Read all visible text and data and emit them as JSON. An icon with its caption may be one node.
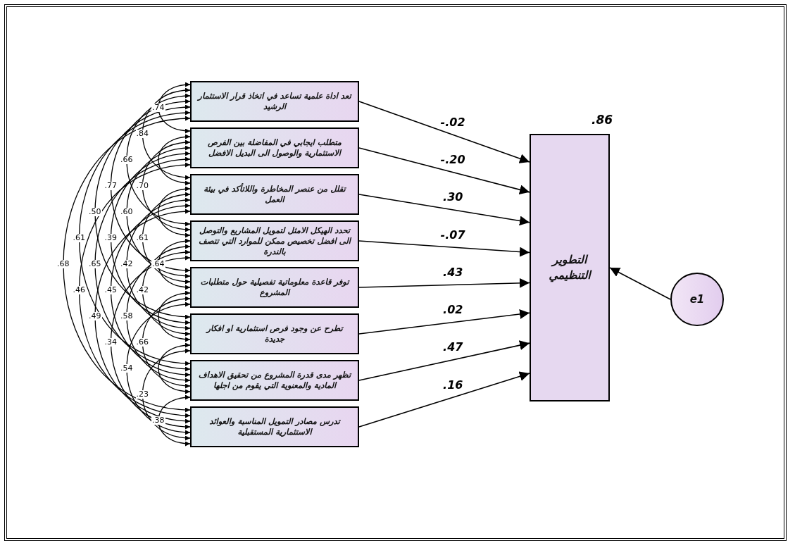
{
  "diagram": {
    "nodes": [
      {
        "text": [
          "تعد اداة علمية تساعد في اتخاذ قرار الاستثمار الرشيد"
        ]
      },
      {
        "text": [
          "متطلب ايجابي في المفاضلة بين الفرص الاستثمارية والوصول الى البديل الافضل"
        ]
      },
      {
        "text": [
          "تقلل من عنصر المخاطرة واللاتأكد في بيئة العمل"
        ]
      },
      {
        "text": [
          "تحدد الهيكل الامثل لتمويل المشاريع والتوصل الى افضل تخصيص ممكن للموارد التي تتصف بالندرة"
        ]
      },
      {
        "text": [
          "توفر قاعدة معلوماتية تفصيلية حول متطلبات المشروع"
        ]
      },
      {
        "text": [
          "تطرح عن وجود فرص استثمارية او افكار جديدة"
        ]
      },
      {
        "text": [
          "تظهر مدى قدرة المشروع من تحقيق الاهداف المادية والمعنوية التي يقوم من اجلها"
        ]
      },
      {
        "text": [
          "تدرس مصادر التمويل المناسبة والعوائد الاستثمارية المستقبلية"
        ]
      },
      {
        "text": [
          "التطوير التنظيمي"
        ],
        "beside": [
          ".86"
        ]
      },
      {
        "text": [
          "e1"
        ]
      }
    ],
    "edges": [
      {
        "from": 0,
        "to": 8,
        "arrow": "to",
        "label": "-.02"
      },
      {
        "from": 1,
        "to": 8,
        "arrow": "to",
        "label": "-.20"
      },
      {
        "from": 2,
        "to": 8,
        "arrow": "to",
        "label": ".30"
      },
      {
        "from": 3,
        "to": 8,
        "arrow": "to",
        "label": "-.07"
      },
      {
        "from": 4,
        "to": 8,
        "arrow": "to",
        "label": ".43"
      },
      {
        "from": 5,
        "to": 8,
        "arrow": "to",
        "label": ".02"
      },
      {
        "from": 6,
        "to": 8,
        "arrow": "to",
        "label": ".47"
      },
      {
        "from": 7,
        "to": 8,
        "arrow": "to",
        "label": ".16"
      },
      {
        "from": 9,
        "to": 8,
        "arrow": "to"
      },
      {
        "from": 0,
        "to": 1,
        "arrow": "both",
        "label": ".74"
      },
      {
        "from": 0,
        "to": 2,
        "arrow": "both",
        "label": ".84"
      },
      {
        "from": 0,
        "to": 3,
        "arrow": "both",
        "label": ".66"
      },
      {
        "from": 0,
        "to": 4,
        "arrow": "both",
        "label": ".77"
      },
      {
        "from": 0,
        "to": 5,
        "arrow": "both",
        "label": ".50"
      },
      {
        "from": 0,
        "to": 6,
        "arrow": "both",
        "label": ".61"
      },
      {
        "from": 0,
        "to": 7,
        "arrow": "both",
        "label": ".68"
      },
      {
        "from": 1,
        "to": 2,
        "arrow": "both"
      },
      {
        "from": 1,
        "to": 3,
        "arrow": "both",
        "label": ".70"
      },
      {
        "from": 1,
        "to": 4,
        "arrow": "both",
        "label": ".60"
      },
      {
        "from": 1,
        "to": 5,
        "arrow": "both",
        "label": ".39"
      },
      {
        "from": 1,
        "to": 6,
        "arrow": "both",
        "label": ".65"
      },
      {
        "from": 1,
        "to": 7,
        "arrow": "both",
        "label": ".46"
      },
      {
        "from": 2,
        "to": 3,
        "arrow": "both"
      },
      {
        "from": 2,
        "to": 4,
        "arrow": "both",
        "label": ".61"
      },
      {
        "from": 2,
        "to": 5,
        "arrow": "both",
        "label": ".42"
      },
      {
        "from": 2,
        "to": 6,
        "arrow": "both",
        "label": ".45"
      },
      {
        "from": 2,
        "to": 7,
        "arrow": "both",
        "label": ".49"
      },
      {
        "from": 3,
        "to": 4,
        "arrow": "both",
        "label": ".64"
      },
      {
        "from": 3,
        "to": 5,
        "arrow": "both",
        "label": ".42"
      },
      {
        "from": 3,
        "to": 6,
        "arrow": "both",
        "label": ".58"
      },
      {
        "from": 3,
        "to": 7,
        "arrow": "both",
        "label": ".34"
      },
      {
        "from": 4,
        "to": 5,
        "arrow": "both"
      },
      {
        "from": 4,
        "to": 6,
        "arrow": "both",
        "label": ".66"
      },
      {
        "from": 4,
        "to": 7,
        "arrow": "both",
        "label": ".54"
      },
      {
        "from": 5,
        "to": 6,
        "arrow": "both"
      },
      {
        "from": 5,
        "to": 7,
        "arrow": "both",
        "label": ".23"
      },
      {
        "from": 6,
        "to": 7,
        "arrow": "both",
        "label": ".38"
      }
    ]
  }
}
